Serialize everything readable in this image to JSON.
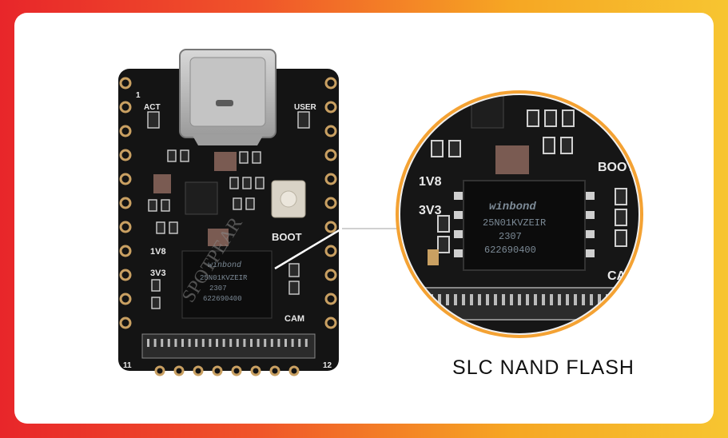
{
  "caption": "SLC NAND FLASH",
  "watermark": "SPOTPEAR",
  "board_labels": {
    "act": "ACT",
    "user": "USER",
    "boot": "BOOT",
    "v18": "1V8",
    "v33": "3V3",
    "cam": "CAM",
    "pin1": "1",
    "pin11": "11",
    "pin12": "12"
  },
  "chip": {
    "brand": "winbond",
    "part": "25N01KVZEIR",
    "date": "2307",
    "lot": "622690400"
  },
  "colors": {
    "frame_left": "#e8262a",
    "frame_right": "#f7c531",
    "pcb": "#141414",
    "gold": "#c9a062"
  }
}
